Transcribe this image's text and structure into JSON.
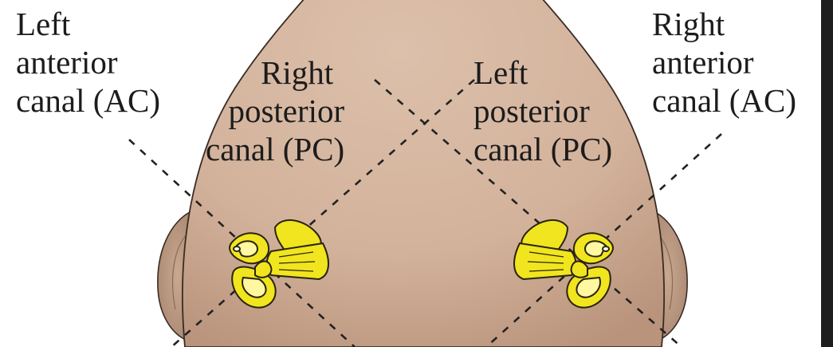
{
  "labels": {
    "left_anterior": {
      "line1": "Left",
      "line2": "anterior",
      "line3": "canal (AC)"
    },
    "right_posterior": {
      "line1": "Right",
      "line2": "posterior",
      "line3": "canal (PC)"
    },
    "left_posterior": {
      "line1": "Left",
      "line2": "posterior",
      "line3": "canal (PC)"
    },
    "right_anterior": {
      "line1": "Right",
      "line2": "anterior",
      "line3": "canal (AC)"
    }
  },
  "colors": {
    "skin": "#d6b7a0",
    "skin_shadow": "#b8957e",
    "outline": "#3a2c24",
    "inner_ear": "#f0e51e",
    "text": "#1c1c1c",
    "frame": "#1e1e1e"
  },
  "icons": {
    "left_inner_ear": "vestibular-labyrinth-icon",
    "right_inner_ear": "vestibular-labyrinth-icon"
  }
}
